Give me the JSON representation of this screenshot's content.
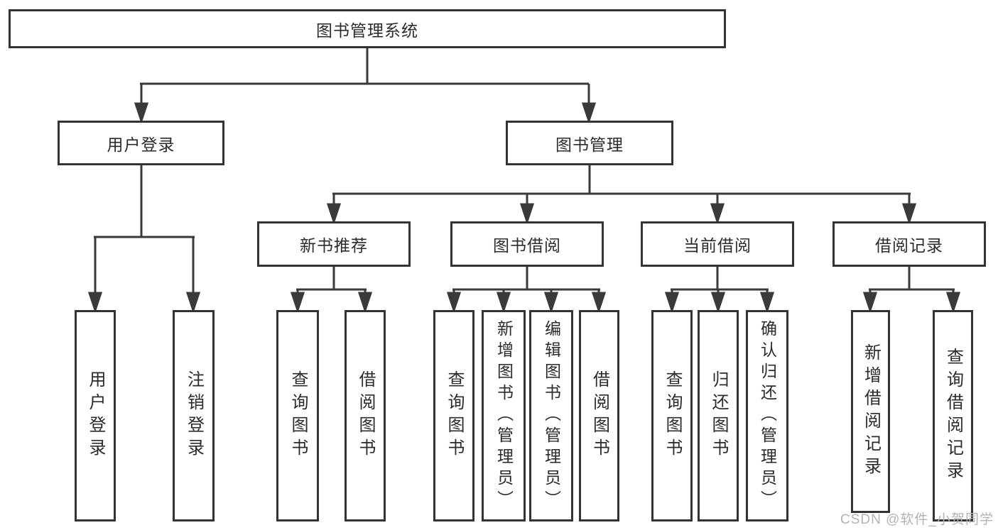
{
  "diagram": {
    "root": "图书管理系统",
    "level2": [
      {
        "label": "用户登录"
      },
      {
        "label": "图书管理"
      }
    ],
    "level3": [
      {
        "label": "新书推荐"
      },
      {
        "label": "图书借阅"
      },
      {
        "label": "当前借阅"
      },
      {
        "label": "借阅记录"
      }
    ],
    "leaves": {
      "user_login": [
        "用户登录",
        "注销登录"
      ],
      "new_book": [
        "查询图书",
        "借阅图书"
      ],
      "book_borrow": [
        "查询图书",
        "新增图书（管理员）",
        "编辑图书（管理员）",
        "借阅图书"
      ],
      "current_borrow": [
        "查询图书",
        "归还图书",
        "确认归还（管理员）"
      ],
      "borrow_records": [
        "新增借阅记录",
        "查询借阅记录"
      ]
    },
    "colors": {
      "box_border": "#333333",
      "connector_line": "#3a3a3a",
      "text": "#2b2b2b",
      "watermark": "#b3b3b3"
    }
  },
  "watermark": "CSDN @软件_小贺同学"
}
